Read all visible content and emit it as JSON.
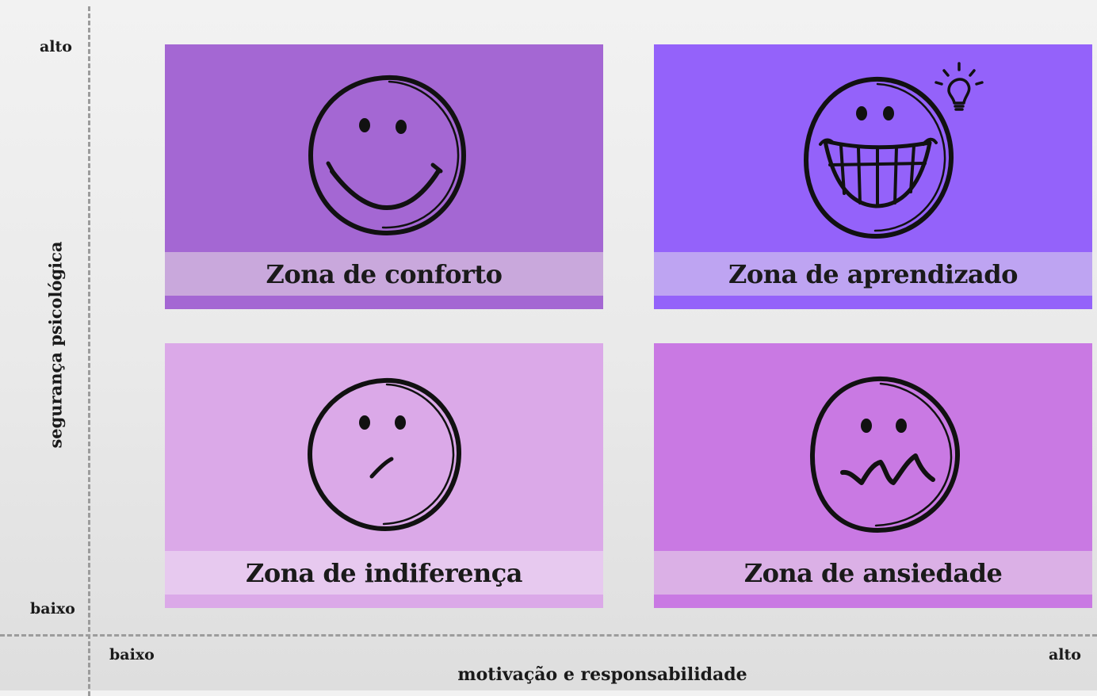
{
  "axes": {
    "y_title": "segurança psicológica",
    "y_high": "alto",
    "y_low": "baixo",
    "x_title": "motivação e responsabilidade",
    "x_low": "baixo",
    "x_high": "alto"
  },
  "quadrants": {
    "comfort": {
      "label": "Zona de conforto",
      "color": "#a467d3",
      "band_color": "#c9a8dc",
      "icon": "smile-face-icon"
    },
    "learning": {
      "label": "Zona de aprendizado",
      "color": "#9462fa",
      "band_color": "#bea4f2",
      "icon": "grin-face-with-lightbulb-icon"
    },
    "indifference": {
      "label": "Zona de indiferença",
      "color": "#dba9e8",
      "band_color": "#e7c9ef",
      "icon": "unsure-face-icon"
    },
    "anxiety": {
      "label": "Zona de ansiedade",
      "color": "#c979e3",
      "band_color": "#dbb0e6",
      "icon": "anxious-face-icon"
    }
  }
}
